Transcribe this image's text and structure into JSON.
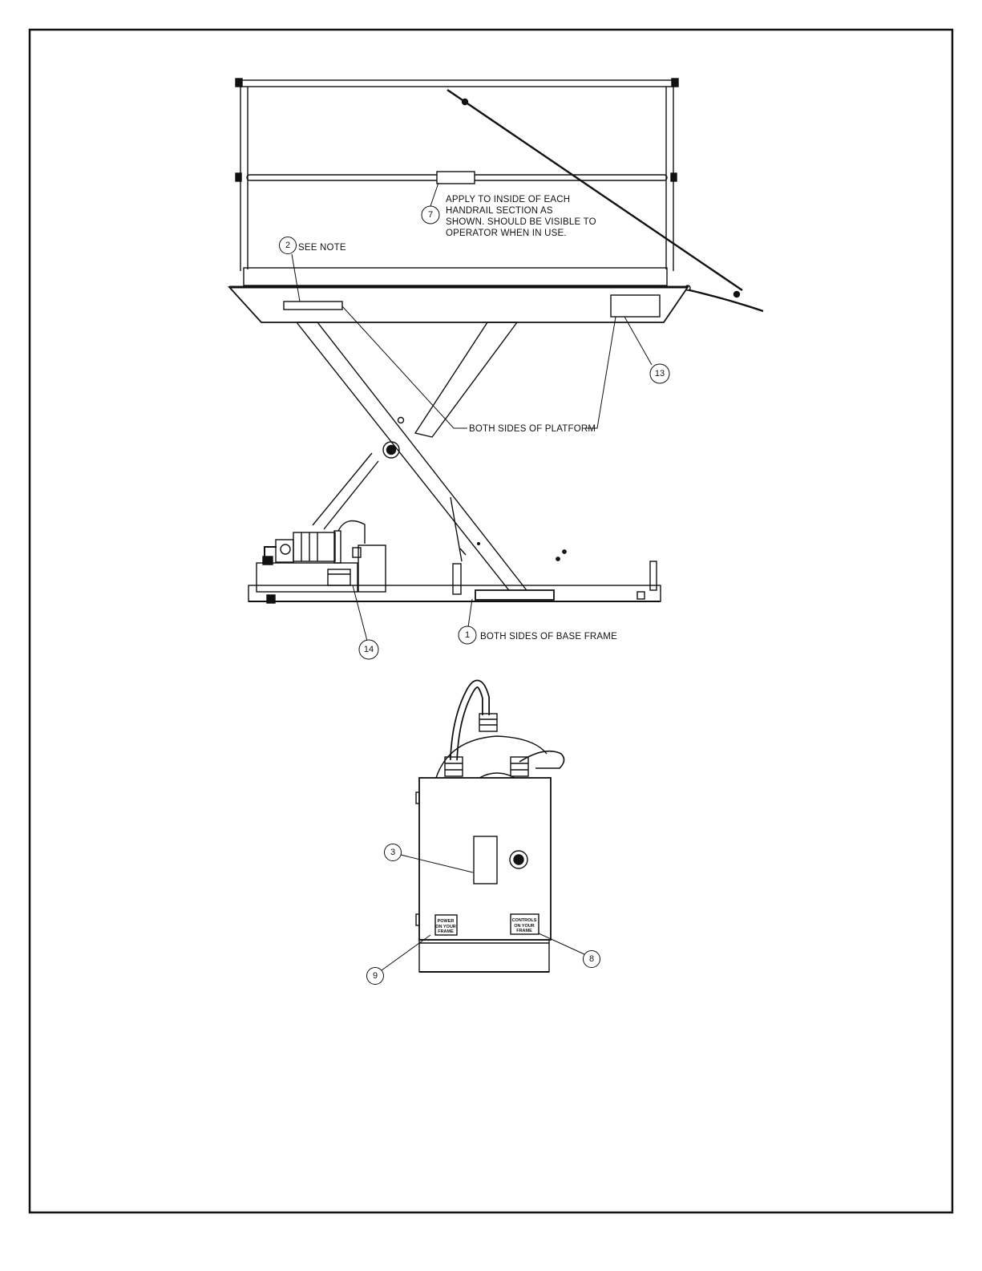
{
  "callouts": {
    "c7": {
      "number": "7",
      "text": [
        "APPLY TO INSIDE OF EACH",
        "HANDRAIL SECTION AS",
        "SHOWN. SHOULD BE VISIBLE TO",
        "OPERATOR WHEN IN USE."
      ]
    },
    "c2": {
      "number": "2",
      "text": "SEE NOTE"
    },
    "c13": {
      "number": "13"
    },
    "platform_note": "BOTH SIDES OF PLATFORM",
    "c1": {
      "number": "1",
      "text": "BOTH SIDES OF BASE FRAME"
    },
    "c14": {
      "number": "14"
    },
    "c3": {
      "number": "3"
    },
    "c9": {
      "number": "9"
    },
    "c8": {
      "number": "8"
    }
  },
  "decals": {
    "power": [
      "POWER",
      "ON YOUR",
      "FRAME"
    ],
    "controls": [
      "CONTROLS",
      "ON YOUR",
      "FRAME"
    ]
  }
}
